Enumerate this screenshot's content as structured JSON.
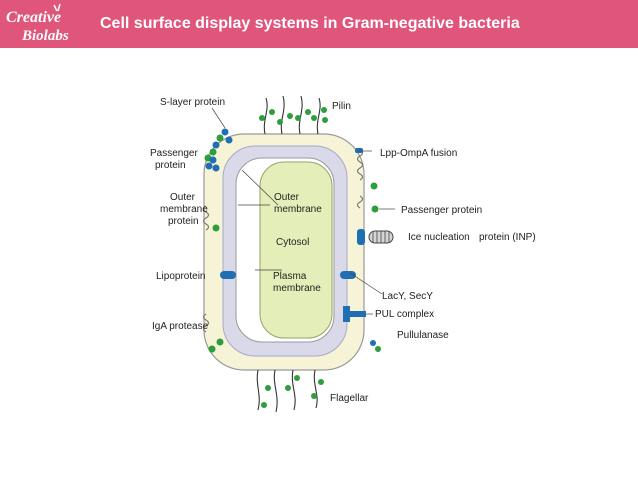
{
  "header": {
    "title": "Cell surface display systems in Gram-negative bacteria",
    "logo_lines": [
      "Creative",
      "Biolabs"
    ],
    "background": "#e0557a"
  },
  "labels": {
    "s_layer_protein": "S-layer protein",
    "pilin": "Pilin",
    "passenger_protein_left_1": "Passenger",
    "passenger_protein_left_2": "protein",
    "lpp_ompa_fusion": "Lpp-OmpA fusion",
    "outer_membrane_protein_1": "Outer",
    "outer_membrane_protein_2": "membrane",
    "outer_membrane_protein_3": "protein",
    "outer_membrane_1": "Outer",
    "outer_membrane_2": "membrane",
    "passenger_protein_right": "Passenger  protein",
    "ice_nucleation": "Ice nucleation",
    "ice_nucleation_inp": "protein (INP)",
    "cytosol": "Cytosol",
    "lipoprotein": "Lipoprotein",
    "plasma_membrane_1": "Plasma",
    "plasma_membrane_2": "membrane",
    "lacy_secy": "LacY, SecY",
    "pul_complex": "PUL complex",
    "iga_protease": "IgA protease",
    "pullulanase": "Pullulanase",
    "flagellar": "Flagellar"
  },
  "colors": {
    "outer_membrane_fill": "#f6f3d6",
    "periplasm_fill": "#d9d9ea",
    "cytosol_fill": "#e4eeb8",
    "protein_green": "#2e9d3b",
    "protein_blue": "#1f6fb2"
  }
}
